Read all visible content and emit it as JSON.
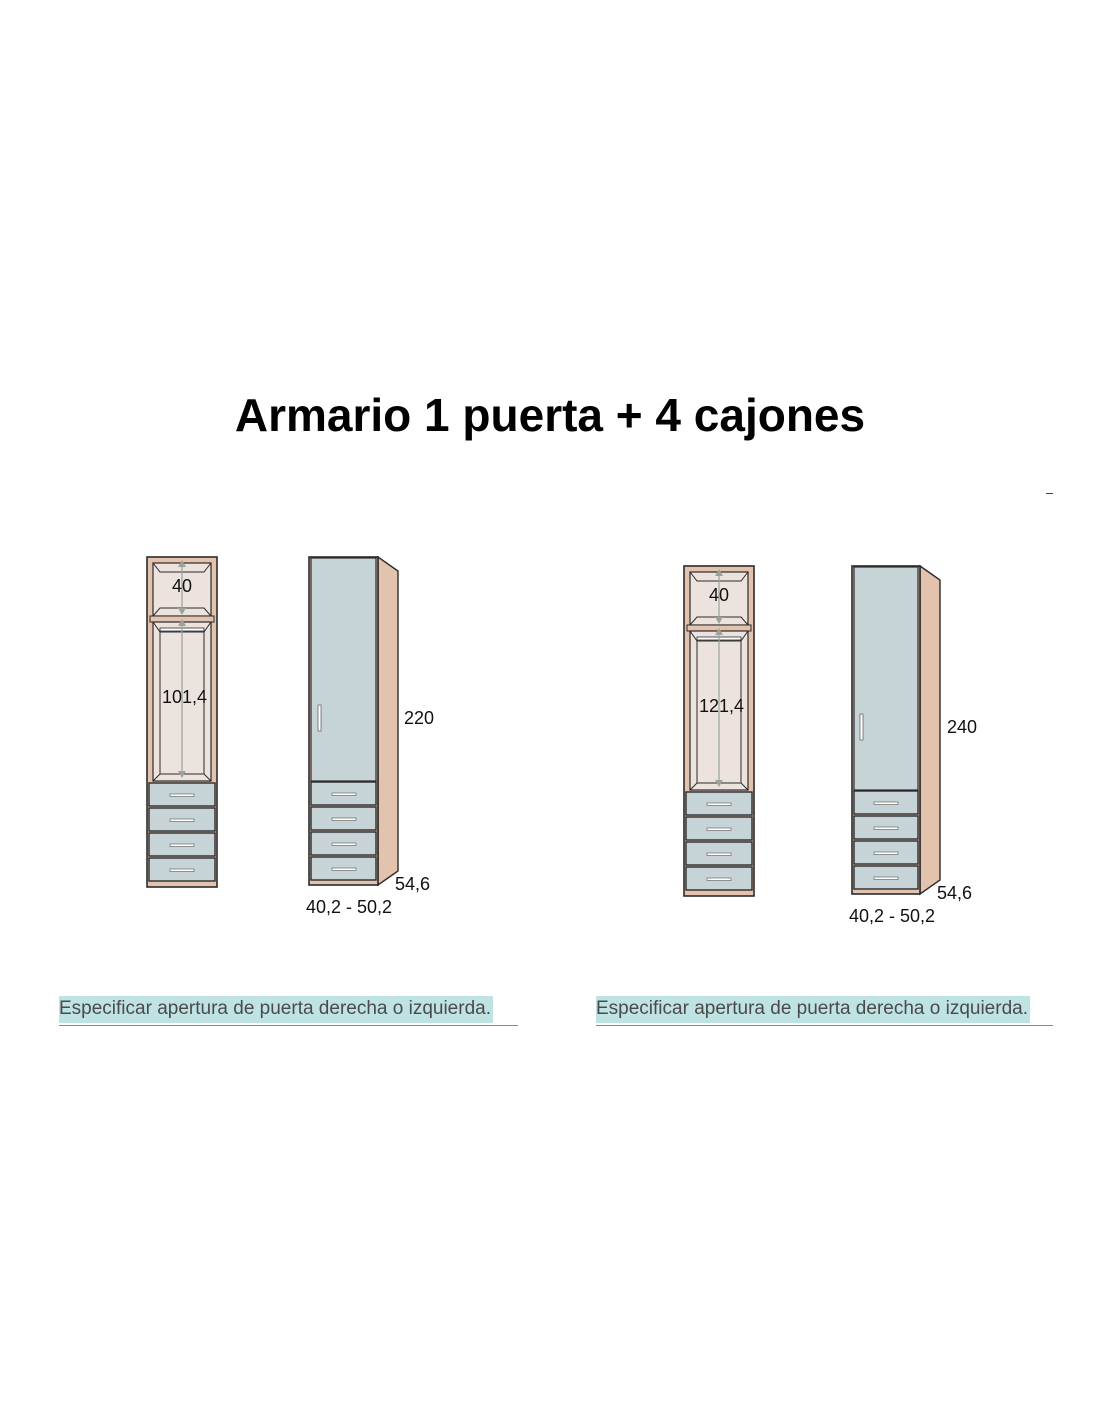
{
  "title": "Armario 1 puerta + 4 cajones",
  "colors": {
    "wood": "#e3c2ae",
    "wood_edge": "#d7b09a",
    "interior": "#ede3de",
    "door": "#c7d4d7",
    "outline": "#2b2b2b",
    "arrow": "#9aa39d",
    "note_highlight": "#bfe3e2"
  },
  "models": [
    {
      "id": "model-220",
      "interior_upper": "40",
      "interior_lower": "101,4",
      "height": "220",
      "depth": "54,6",
      "width": "40,2 - 50,2",
      "drawers": 4,
      "note": "Especificar apertura de puerta derecha o izquierda."
    },
    {
      "id": "model-240",
      "interior_upper": "40",
      "interior_lower": "121,4",
      "height": "240",
      "depth": "54,6",
      "width": "40,2 - 50,2",
      "drawers": 4,
      "note": "Especificar apertura de puerta derecha o izquierda."
    }
  ]
}
